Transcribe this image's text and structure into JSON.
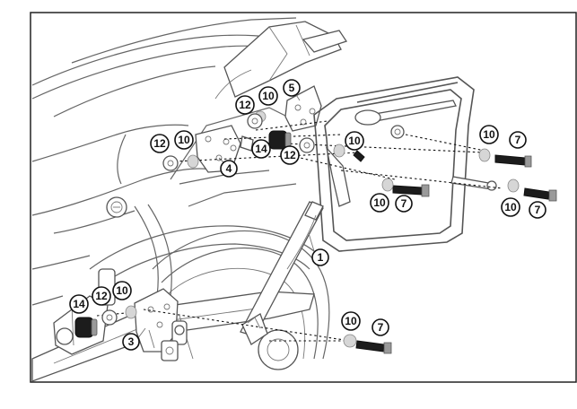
{
  "callouts": [
    {
      "id": "c1",
      "label": "1"
    },
    {
      "id": "c3",
      "label": "3"
    },
    {
      "id": "c4",
      "label": "4"
    },
    {
      "id": "c5",
      "label": "5"
    },
    {
      "id": "c7a",
      "label": "7"
    },
    {
      "id": "c7b",
      "label": "7"
    },
    {
      "id": "c7c",
      "label": "7"
    },
    {
      "id": "c7d",
      "label": "7"
    },
    {
      "id": "c10a",
      "label": "10"
    },
    {
      "id": "c10b",
      "label": "10"
    },
    {
      "id": "c10c",
      "label": "10"
    },
    {
      "id": "c10d",
      "label": "10"
    },
    {
      "id": "c10e",
      "label": "10"
    },
    {
      "id": "c10f",
      "label": "10"
    },
    {
      "id": "c10g",
      "label": "10"
    },
    {
      "id": "c10h",
      "label": "10"
    },
    {
      "id": "c12a",
      "label": "12"
    },
    {
      "id": "c12b",
      "label": "12"
    },
    {
      "id": "c12c",
      "label": "12"
    },
    {
      "id": "c12d",
      "label": "12"
    },
    {
      "id": "c14a",
      "label": "14"
    },
    {
      "id": "c14b",
      "label": "14"
    }
  ],
  "colors": {
    "ink": "#111111",
    "line": "#666666",
    "washer": "#d6d6d6",
    "bolt": "#1c1c1c"
  }
}
